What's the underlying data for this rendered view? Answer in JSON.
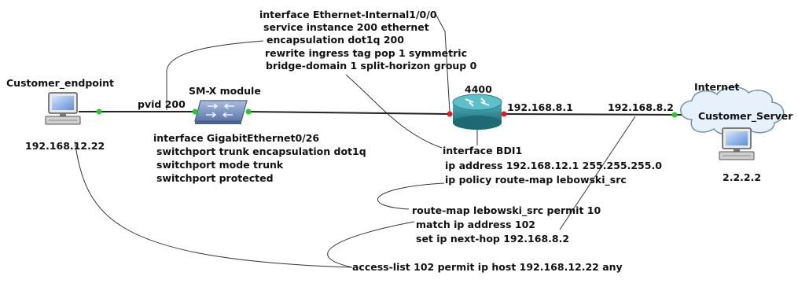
{
  "nodes": {
    "customer_endpoint": {
      "name": "Customer_endpoint",
      "ip": "192.168.12.22"
    },
    "smx_module": {
      "name": "SM-X module"
    },
    "router": {
      "name": "4400"
    },
    "internet": {
      "name": "Internet",
      "server": "Customer_Server",
      "ip": "2.2.2.2"
    }
  },
  "links": {
    "pvid": "pvid 200",
    "router_ip": "192.168.8.1",
    "peer_ip": "192.168.8.2"
  },
  "config": {
    "eth_internal": [
      "interface Ethernet-Internal1/0/0",
      "service instance 200 ethernet",
      "encapsulation dot1q 200",
      "rewrite ingress tag pop 1 symmetric",
      "bridge-domain 1 split-horizon group 0"
    ],
    "gige": [
      "interface GigabitEthernet0/26",
      "switchport trunk encapsulation dot1q",
      "switchport mode trunk",
      "switchport protected"
    ],
    "bdi": [
      "interface BDI1",
      "ip address 192.168.12.1 255.255.255.0",
      "ip policy route-map lebowski_src"
    ],
    "route_map": [
      "route-map lebowski_src permit 10",
      "match ip address 102",
      "set ip next-hop 192.168.8.2"
    ],
    "acl": "access-list 102 permit ip host 192.168.12.22 any"
  },
  "colors": {
    "port_up": "#22cc22",
    "port_down": "#e81c1c",
    "router_body": "#2f8f9a",
    "switch_body": "#7f97c2",
    "cloud_fill": "#e6f1fb",
    "cloud_stroke": "#6f8fb3"
  }
}
